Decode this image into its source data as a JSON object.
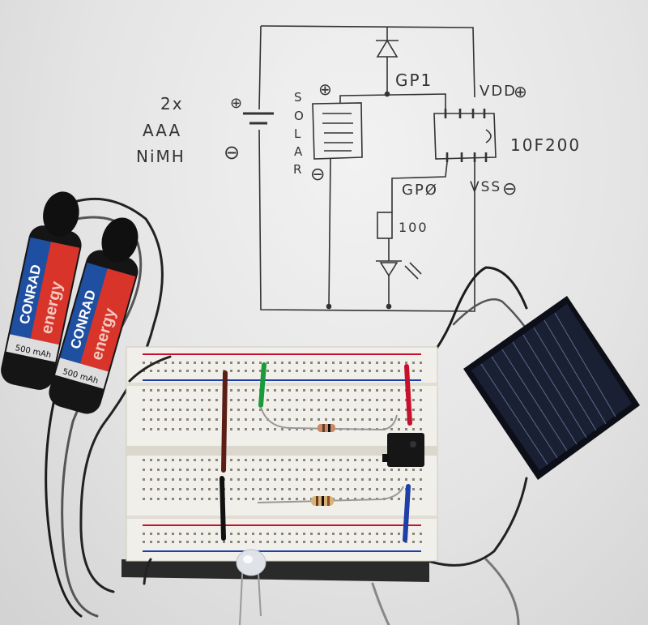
{
  "sketch": {
    "battery_lines": [
      "2x",
      "AAA",
      "NiMH"
    ],
    "plus_symbol": "⊕",
    "minus_symbol": "⊖",
    "solar_letters": [
      "S",
      "O",
      "L",
      "A",
      "R"
    ],
    "label_gp1": "GP1",
    "label_gp0": "GPØ",
    "label_vdd": "VDD",
    "label_vss": "VSS",
    "label_chip": "10F200",
    "label_resistor": "100"
  },
  "batteries": {
    "brand": "CONRAD",
    "series": "energy",
    "capacity": "500 mAh"
  },
  "colors": {
    "pen": "#333333",
    "wire_red": "#c8102e",
    "wire_green": "#1a9a3a",
    "wire_blue": "#1f3fa8",
    "wire_brown": "#5a1e14",
    "battery_blue": "#1e4fa0",
    "battery_red": "#d8342a",
    "solar_cell": "#151a2a",
    "breadboard": "#f1efea"
  }
}
